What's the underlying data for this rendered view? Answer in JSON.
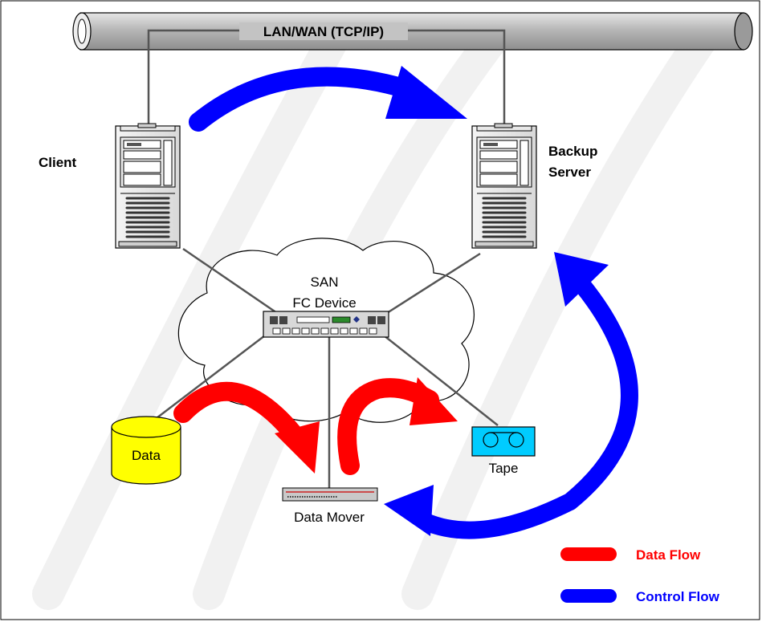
{
  "network": {
    "label": "LAN/WAN (TCP/IP)"
  },
  "nodes": {
    "client": "Client",
    "backup_server_line1": "Backup",
    "backup_server_line2": "Server",
    "san_line1": "SAN",
    "san_line2": "FC Device",
    "data": "Data",
    "tape": "Tape",
    "data_mover": "Data Mover"
  },
  "legend": {
    "data_flow": {
      "label": "Data Flow",
      "color": "#ff0000"
    },
    "control_flow": {
      "label": "Control Flow",
      "color": "#0000ff"
    }
  },
  "colors": {
    "disk_fill": "#ffff00",
    "tape_fill": "#00ccff"
  }
}
